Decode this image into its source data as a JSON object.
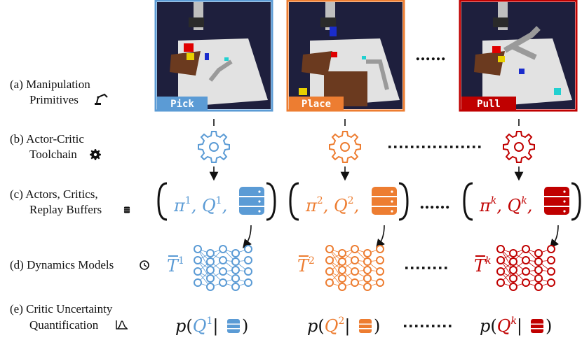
{
  "rows": [
    {
      "letter": "(a)",
      "line1": "Manipulation",
      "line2": "Primitives"
    },
    {
      "letter": "(b)",
      "line1": "Actor-Critic",
      "line2": "Toolchain"
    },
    {
      "letter": "(c)",
      "line1": "Actors, Critics,",
      "line2": "Replay Buffers"
    },
    {
      "letter": "(d)",
      "line1": "Dynamics Models"
    },
    {
      "letter": "(e)",
      "line1": "Critic Uncertainty",
      "line2": "Quantification"
    }
  ],
  "primitives": [
    {
      "name": "Pick",
      "index": "1",
      "color": "#5b9bd5"
    },
    {
      "name": "Place",
      "index": "2",
      "color": "#ed7d31"
    },
    {
      "name": "Pull",
      "index": "k",
      "color": "#c00000"
    }
  ],
  "symbols": {
    "pi": "π",
    "Q": "Q",
    "T": "T",
    "p": "p",
    "comma": ",",
    "dots": "……"
  },
  "icons": [
    "robot-arm-icon",
    "gear-icon",
    "database-icon",
    "clock-icon",
    "distribution-icon",
    "neural-network-icon"
  ]
}
